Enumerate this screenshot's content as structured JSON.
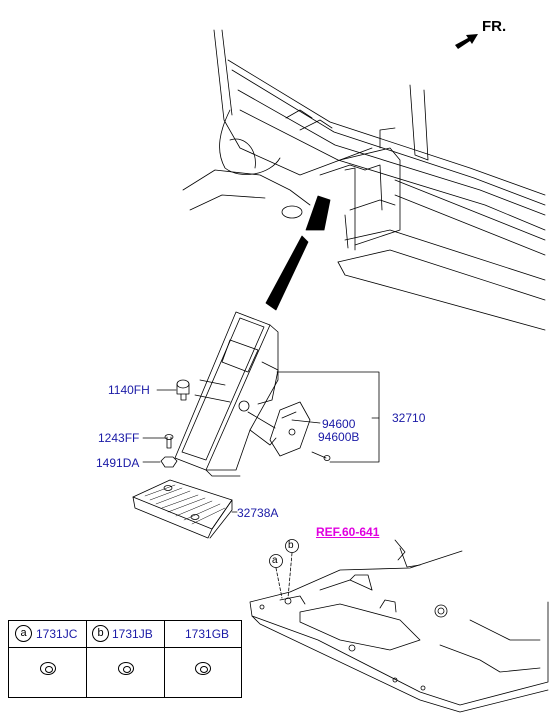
{
  "direction": {
    "label": "FR."
  },
  "parts": {
    "p1140FH": "1140FH",
    "p1243FF": "1243FF",
    "p1491DA": "1491DA",
    "p94600": "94600",
    "p94600B": "94600B",
    "p32710": "32710",
    "p32738A": "32738A"
  },
  "reference": {
    "label": "REF.60-641"
  },
  "callouts": {
    "a": "a",
    "b": "b"
  },
  "legend": {
    "items": [
      {
        "marker": "a",
        "code": "1731JC"
      },
      {
        "marker": "b",
        "code": "1731JB"
      },
      {
        "marker": "",
        "code": "1731GB"
      }
    ]
  }
}
